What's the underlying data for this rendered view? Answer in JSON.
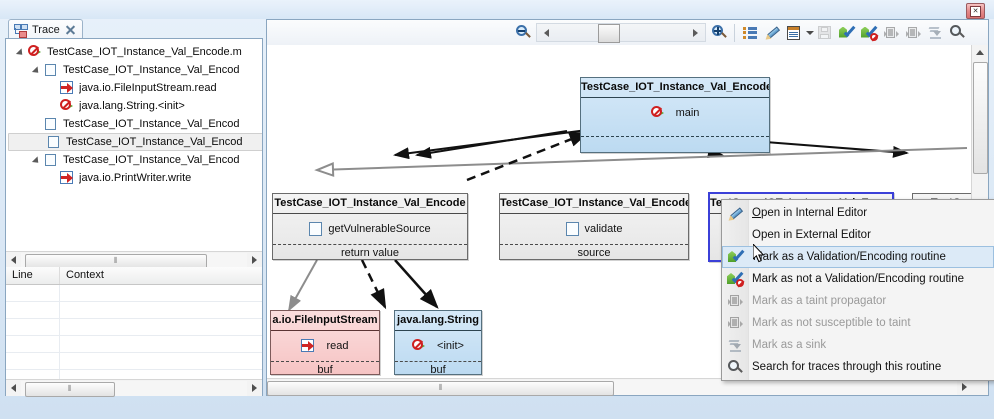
{
  "window": {
    "close_label": "x",
    "close_icon": "close-icon"
  },
  "tab": {
    "label": "Trace",
    "icon": "trace-icon",
    "close_icon": "close-icon"
  },
  "tree": {
    "items": [
      {
        "label": "TestCase_IOT_Instance_Val_Encode.m",
        "icon": "no-entry-arrow-icon",
        "depth": 0,
        "expanded": true,
        "selected": false
      },
      {
        "label": "TestCase_IOT_Instance_Val_Encod",
        "icon": "box-icon",
        "depth": 1,
        "expanded": true,
        "selected": false
      },
      {
        "label": "java.io.FileInputStream.read",
        "icon": "red-arrow-in-box-icon",
        "depth": 2,
        "expanded": false,
        "selected": false
      },
      {
        "label": "java.lang.String.<init>",
        "icon": "no-entry-arrow-icon",
        "depth": 2,
        "expanded": false,
        "selected": false
      },
      {
        "label": "TestCase_IOT_Instance_Val_Encod",
        "icon": "box-icon",
        "depth": 1,
        "expanded": false,
        "selected": false
      },
      {
        "label": "TestCase_IOT_Instance_Val_Encod",
        "icon": "box-icon",
        "depth": 1,
        "expanded": false,
        "selected": true
      },
      {
        "label": "TestCase_IOT_Instance_Val_Encod",
        "icon": "box-icon",
        "depth": 1,
        "expanded": true,
        "selected": false
      },
      {
        "label": "java.io.PrintWriter.write",
        "icon": "red-arrow-in-box-icon",
        "depth": 2,
        "expanded": false,
        "selected": false
      }
    ]
  },
  "table": {
    "columns": [
      "Line",
      "Context"
    ],
    "rows": [
      [
        "",
        ""
      ],
      [
        "",
        ""
      ],
      [
        "",
        ""
      ],
      [
        "",
        ""
      ],
      [
        "",
        ""
      ],
      [
        "",
        ""
      ]
    ]
  },
  "toolbar": {
    "zoom_out_icon": "zoom-out-icon",
    "zoom_in_icon": "zoom-in-icon",
    "slider_left_icon": "slider-left-arrow-icon",
    "slider_right_icon": "slider-right-arrow-icon",
    "buttons": [
      {
        "name": "show-list-button",
        "icon": "list-icon",
        "enabled": true
      },
      {
        "name": "open-in-editor-button",
        "icon": "pencil-icon",
        "enabled": true
      },
      {
        "name": "report-button",
        "icon": "document-icon",
        "enabled": true
      },
      {
        "name": "report-dropdown",
        "icon": "chevron-down-icon",
        "enabled": true
      },
      {
        "name": "save-button",
        "icon": "save-icon",
        "enabled": false
      },
      {
        "name": "mark-validation-button",
        "icon": "check-green-icon",
        "enabled": true
      },
      {
        "name": "unmark-validation-button",
        "icon": "check-green-blocked-icon",
        "enabled": true
      },
      {
        "name": "mark-taint-propagator-button",
        "icon": "propagator-icon",
        "enabled": false
      },
      {
        "name": "mark-not-susceptible-button",
        "icon": "propagator-icon",
        "enabled": false
      },
      {
        "name": "mark-sink-button",
        "icon": "sink-icon",
        "enabled": false
      },
      {
        "name": "search-button",
        "icon": "search-icon",
        "enabled": true
      }
    ]
  },
  "diagram": {
    "nodes": [
      {
        "id": "main",
        "title": "TestCase_IOT_Instance_Val_Encode",
        "member": "main",
        "member_icon": "no-entry-arrow-icon",
        "footer": "",
        "style": "blue",
        "selected": false
      },
      {
        "id": "getvuln",
        "title": "TestCase_IOT_Instance_Val_Encode",
        "member": "getVulnerableSource",
        "member_icon": "checkbox-icon",
        "footer": "return value",
        "style": "grey",
        "selected": false
      },
      {
        "id": "validate",
        "title": "TestCase_IOT_Instance_Val_Encode",
        "member": "validate",
        "member_icon": "checkbox-icon",
        "footer": "source",
        "style": "grey",
        "selected": false
      },
      {
        "id": "selected",
        "title": "TestCase_IOT_Instance_Val_Encode",
        "member": "",
        "member_icon": "",
        "footer": "",
        "style": "grey",
        "selected": true
      },
      {
        "id": "partial",
        "title": "TestCase_I",
        "member": "",
        "member_icon": "",
        "footer": "",
        "style": "grey",
        "selected": false
      },
      {
        "id": "fis",
        "title": "a.io.FileInputStream",
        "member": "read",
        "member_icon": "red-arrow-in-box-icon",
        "footer": "buf",
        "style": "pink",
        "selected": false
      },
      {
        "id": "jls",
        "title": "java.lang.String",
        "member": "<init>",
        "member_icon": "no-entry-arrow-icon",
        "footer": "buf",
        "style": "blue",
        "selected": false
      }
    ]
  },
  "context_menu": {
    "items": [
      {
        "label": "Open in Internal Editor",
        "icon": "pencil-icon",
        "enabled": true,
        "hover": false,
        "underline_first": true
      },
      {
        "label": "Open in External Editor",
        "icon": "",
        "enabled": true,
        "hover": false,
        "underline_first": false
      },
      {
        "label": "Mark as a Validation/Encoding routine",
        "icon": "check-green-icon",
        "enabled": true,
        "hover": true,
        "underline_first": false
      },
      {
        "label": "Mark as not a Validation/Encoding routine",
        "icon": "check-green-blocked-icon",
        "enabled": true,
        "hover": false,
        "underline_first": false
      },
      {
        "label": "Mark as a taint propagator",
        "icon": "propagator-icon",
        "enabled": false,
        "hover": false,
        "underline_first": false
      },
      {
        "label": "Mark as not susceptible to taint",
        "icon": "propagator-icon",
        "enabled": false,
        "hover": false,
        "underline_first": false
      },
      {
        "label": "Mark as a sink",
        "icon": "sink-icon",
        "enabled": false,
        "hover": false,
        "underline_first": false
      },
      {
        "label": "Search for traces through this routine",
        "icon": "search-icon",
        "enabled": true,
        "hover": false,
        "underline_first": false
      }
    ]
  },
  "colors": {
    "accent": "#3b40d8",
    "node_blue": "#bcdaf1",
    "node_pink": "#f6c4c4",
    "chrome": "#d4e4f4"
  }
}
